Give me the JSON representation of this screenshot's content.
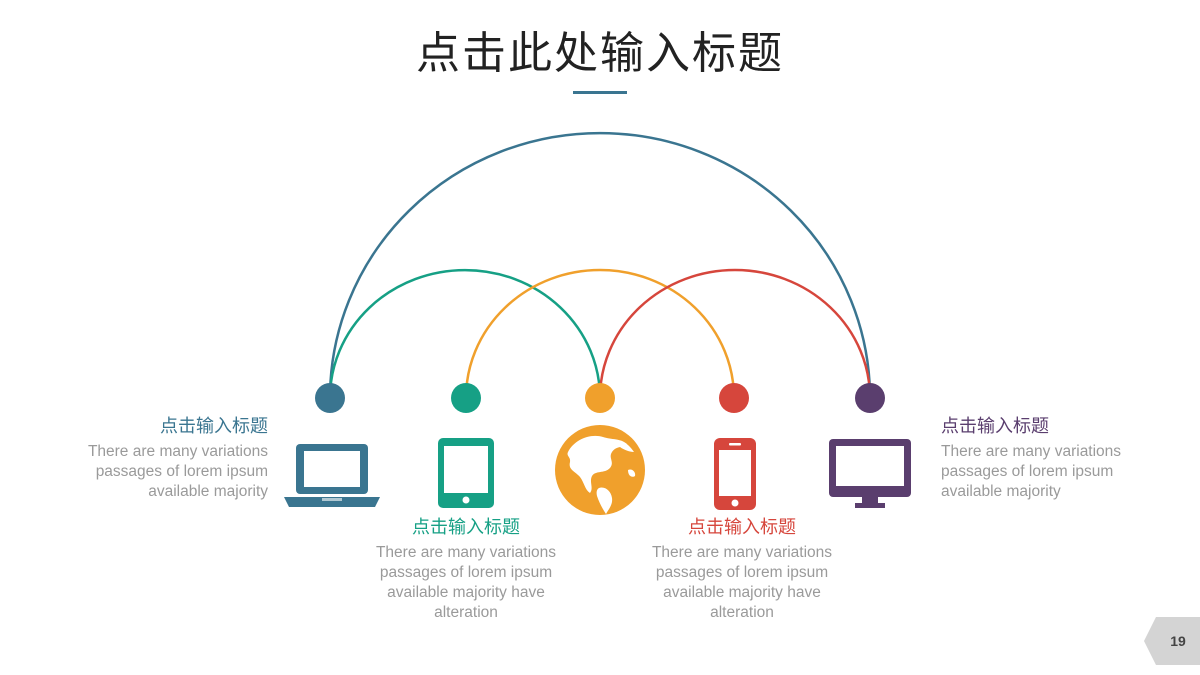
{
  "slide": {
    "title": "点击此处输入标题",
    "page_number": "19"
  },
  "colors": {
    "laptop": "#3a7590",
    "tablet": "#16a085",
    "globe": "#f0a02c",
    "phone": "#d6463c",
    "monitor": "#5a3e6e"
  },
  "nodes": [
    {
      "id": "laptop",
      "icon": "laptop-icon"
    },
    {
      "id": "tablet",
      "icon": "tablet-icon"
    },
    {
      "id": "globe",
      "icon": "globe-icon"
    },
    {
      "id": "phone",
      "icon": "smartphone-icon"
    },
    {
      "id": "monitor",
      "icon": "monitor-icon"
    }
  ],
  "blocks": [
    {
      "heading": "点击输入标题",
      "body": "There are many variations\npassages of lorem ipsum\navailable  majority"
    },
    {
      "heading": "点击输入标题",
      "body": "There are many variations\npassages of lorem ipsum\navailable  majority have\nalteration"
    },
    {
      "heading": "点击输入标题",
      "body": "There are many variations\npassages of lorem ipsum\navailable  majority have\nalteration"
    },
    {
      "heading": "点击输入标题",
      "body": "There are many variations\npassages of lorem ipsum\navailable  majority"
    }
  ]
}
